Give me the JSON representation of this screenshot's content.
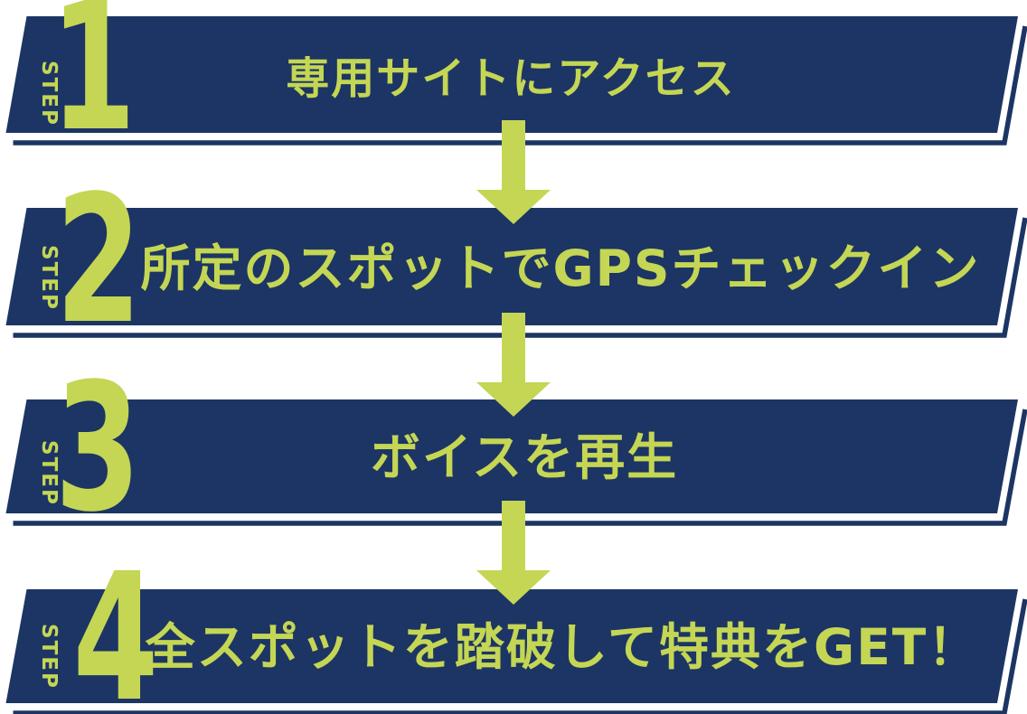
{
  "diagram": {
    "type": "step-flow-infographic",
    "background_color": "#ffffff",
    "colors": {
      "banner_navy": "#1c3564",
      "accent_green": "#c4d654"
    },
    "steps": [
      {
        "number": "1",
        "step_word": "STEP",
        "title": "専用サイトにアクセス"
      },
      {
        "number": "2",
        "step_word": "STEP",
        "title": "所定のスポットでGPSチェックイン"
      },
      {
        "number": "3",
        "step_word": "STEP",
        "title": "ボイスを再生"
      },
      {
        "number": "4",
        "step_word": "STEP",
        "title": "全スポットを踏破して特典をGET！"
      }
    ],
    "arrow": {
      "meaning": "next-step",
      "direction": "down",
      "count": 3
    }
  }
}
